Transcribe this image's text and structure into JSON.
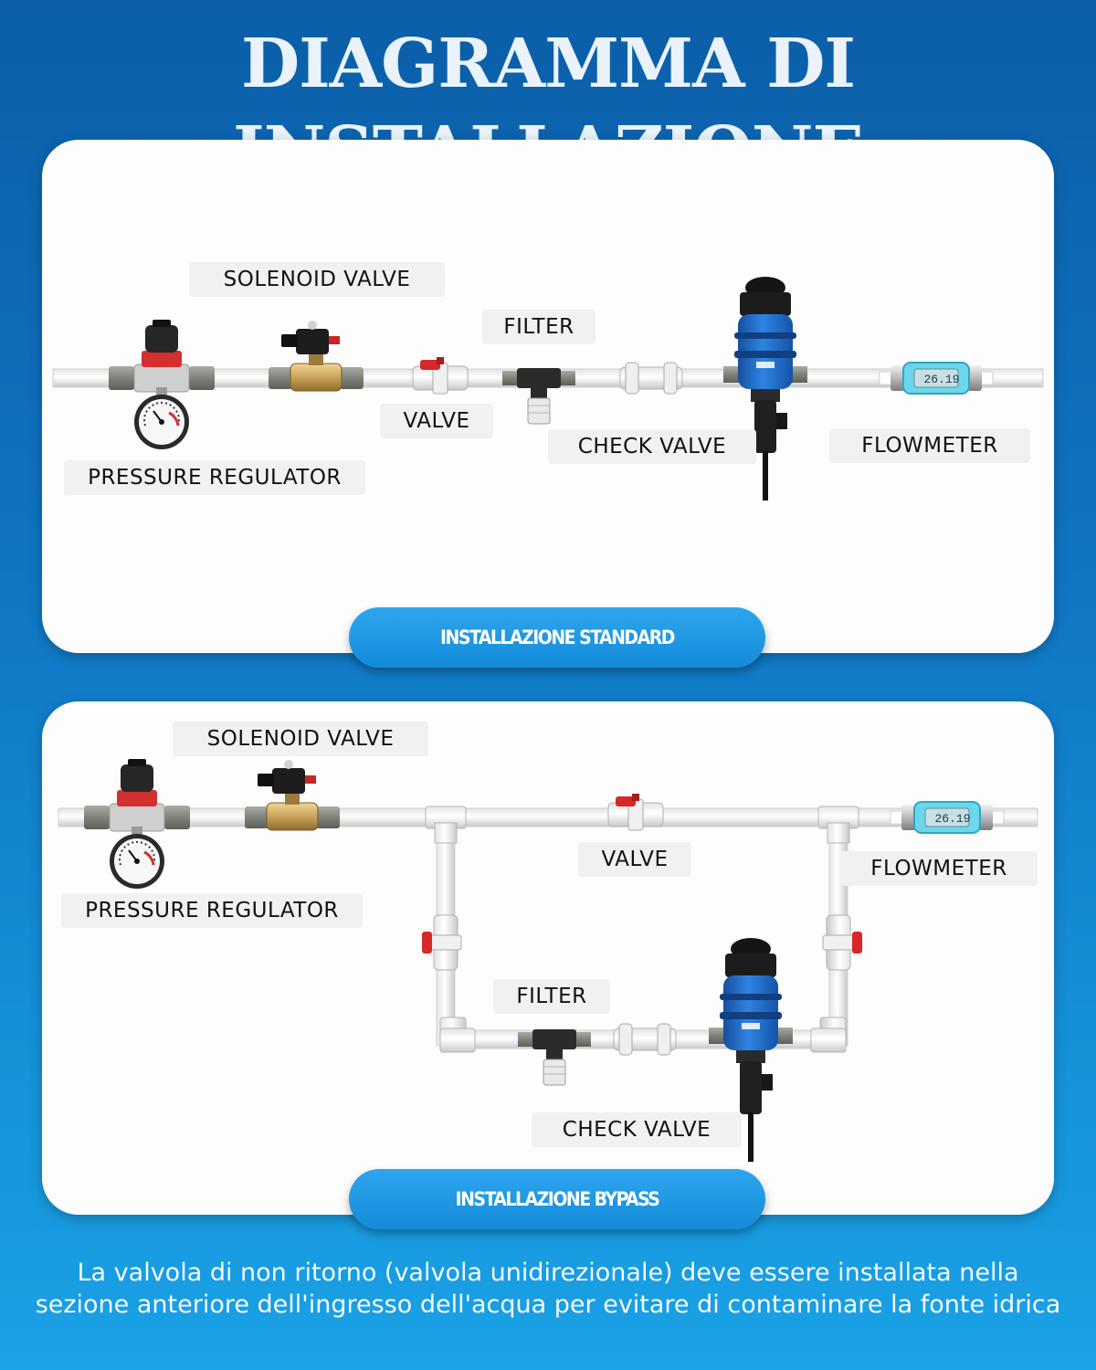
{
  "title": "DIAGRAMMA DI INSTALLAZIONE",
  "standard": {
    "caption": "INSTALLAZIONE STANDARD",
    "labels": {
      "solenoid_valve": "SOLENOID VALVE",
      "filter": "FILTER",
      "valve": "VALVE",
      "check_valve": "CHECK VALVE",
      "flowmeter": "FLOWMETER",
      "pressure_regulator": "PRESSURE REGULATOR"
    }
  },
  "bypass": {
    "caption": "INSTALLAZIONE BYPASS",
    "labels": {
      "solenoid_valve": "SOLENOID VALVE",
      "valve": "VALVE",
      "flowmeter": "FLOWMETER",
      "pressure_regulator": "PRESSURE REGULATOR",
      "filter": "FILTER",
      "check_valve": "CHECK VALVE"
    }
  },
  "flowmeter_display": "26.19",
  "footer": {
    "line1": "La valvola di non ritorno (valvola unidirezionale) deve essere installata nella",
    "line2": "sezione anteriore dell'ingresso dell'acqua per evitare di contaminare la fonte idrica"
  },
  "colors": {
    "accent": "#1a9be6",
    "pump_blue": "#1f6fd1",
    "valve_red": "#d62828",
    "brass": "#c9a35a",
    "display": "#5fd0e6"
  }
}
